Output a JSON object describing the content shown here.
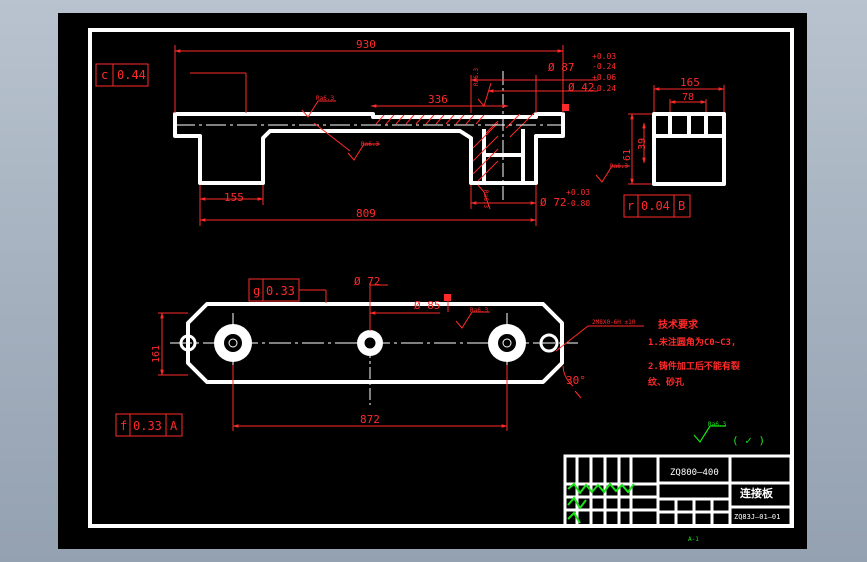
{
  "colors": {
    "frame": "#ffffff",
    "dimension": "#ff2a2a",
    "note": "#ff2a2a",
    "title": "#17e317",
    "background": "#000000"
  },
  "top_view": {
    "dim_overall": "930",
    "dim_center": "336",
    "dim_bottom": "809",
    "dim_left": "155",
    "dia_87": "Ø 87",
    "tol_87_up": "+0.03",
    "tol_87_dn": "-0.24",
    "dia_42": "Ø 42",
    "tol_42_up": "+0.06",
    "tol_42_dn": "-0.24",
    "dia_72": "Ø 72",
    "tol_72_up": "+0.03",
    "tol_72_dn": "-0.80",
    "frame_c_sym": "c",
    "frame_c_val": "0.44",
    "frame_r_sym": "r",
    "frame_r_val": "0.04",
    "frame_r_ref": "B",
    "rough_1": "Ra6.3",
    "rough_2": "Ra6.3",
    "rough_3": "Ra6.3",
    "rough_4": "Ra6.3",
    "rough_5": "Ra6.3"
  },
  "side_view": {
    "dim_width": "165",
    "dim_inner": "78",
    "dim_h1": "61",
    "dim_h2": "39"
  },
  "plan_view": {
    "frame_g_sym": "g",
    "frame_g_val": "0.33",
    "dia_72": "Ø 72",
    "dia_85": "Ø 85",
    "dim_height": "161",
    "dim_span": "872",
    "angle": "30°",
    "frame_f_sym": "f",
    "frame_f_val": "0.33",
    "frame_f_ref": "A",
    "rough": "Ra6.3",
    "chamfer": "2M8X0-6H  ±10"
  },
  "notes": {
    "title": "技术要求",
    "line1": "1.未注圆角为C0~C3,",
    "line2": "2.铸件加工后不能有裂",
    "line3": "纹、砂孔"
  },
  "finish": {
    "symbol": "Ra6.3",
    "bracket": "( ✓ )"
  },
  "title_block": {
    "drawing_code": "ZQ800—400",
    "part_name": "连接板",
    "drawing_number": "ZQ83J—01—01",
    "revision": "A-1"
  }
}
